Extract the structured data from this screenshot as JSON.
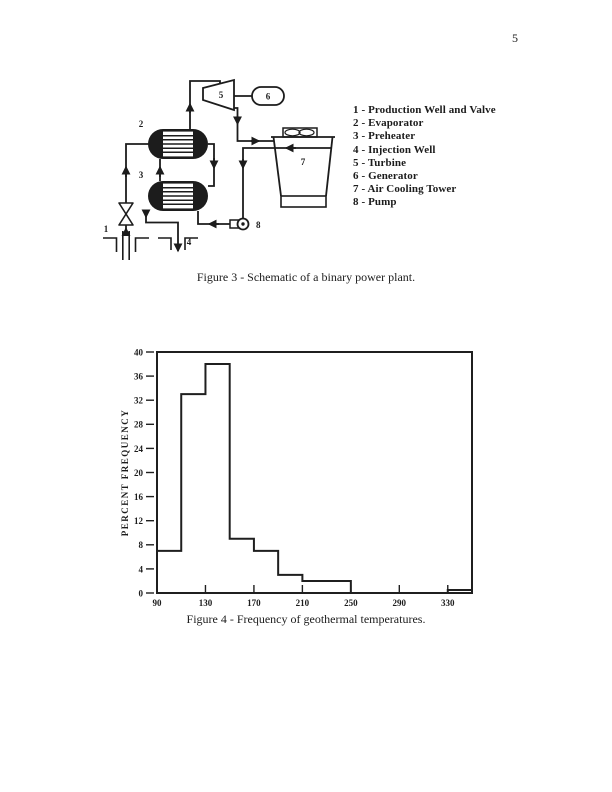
{
  "page": {
    "number": "5"
  },
  "figure3": {
    "caption": "Figure 3 - Schematic of a binary power plant.",
    "component_labels": {
      "production_well": "1",
      "evaporator": "2",
      "preheater": "3",
      "injection_well": "4",
      "turbine": "5",
      "generator": "6",
      "cooling_tower": "7",
      "pump": "8"
    },
    "legend_items": [
      "1 - Production Well and Valve",
      "2 - Evaporator",
      "3 - Preheater",
      "4 - Injection Well",
      "5 - Turbine",
      "6 - Generator",
      "7 - Air Cooling Tower",
      "8 - Pump"
    ]
  },
  "figure4": {
    "caption": "Figure 4 - Frequency of geothermal temperatures."
  },
  "chart_data": {
    "type": "histogram",
    "title": "",
    "xlabel": "",
    "ylabel": "PERCENT FREQUENCY",
    "xlim": [
      90,
      350
    ],
    "ylim": [
      0,
      40
    ],
    "xticks": [
      90,
      130,
      170,
      210,
      250,
      290,
      330
    ],
    "yticks": [
      0,
      4,
      8,
      12,
      16,
      20,
      24,
      28,
      32,
      36,
      40
    ],
    "grid": false,
    "legend_position": "none",
    "ink_color": "#1f1f1f",
    "bins": [
      {
        "from": 90,
        "to": 110,
        "value": 7
      },
      {
        "from": 110,
        "to": 130,
        "value": 33
      },
      {
        "from": 130,
        "to": 150,
        "value": 38
      },
      {
        "from": 150,
        "to": 170,
        "value": 9
      },
      {
        "from": 170,
        "to": 190,
        "value": 7
      },
      {
        "from": 190,
        "to": 210,
        "value": 3
      },
      {
        "from": 210,
        "to": 250,
        "value": 2
      },
      {
        "from": 250,
        "to": 330,
        "value": 0
      },
      {
        "from": 330,
        "to": 350,
        "value": 0.5
      }
    ]
  }
}
